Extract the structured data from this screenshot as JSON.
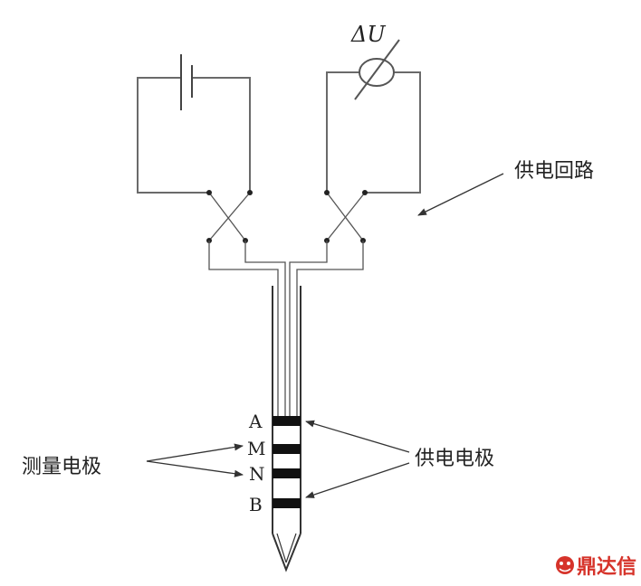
{
  "labels": {
    "delta_u": "ΔU",
    "supply_circuit": "供电回路",
    "measuring_electrode": "测量电极",
    "supply_electrode": "供电电极",
    "electrode_a": "A",
    "electrode_m": "M",
    "electrode_n": "N",
    "electrode_b": "B",
    "watermark": "鼎达信"
  },
  "colors": {
    "line": "#555555",
    "band": "#111111",
    "watermark": "#d6332a"
  }
}
